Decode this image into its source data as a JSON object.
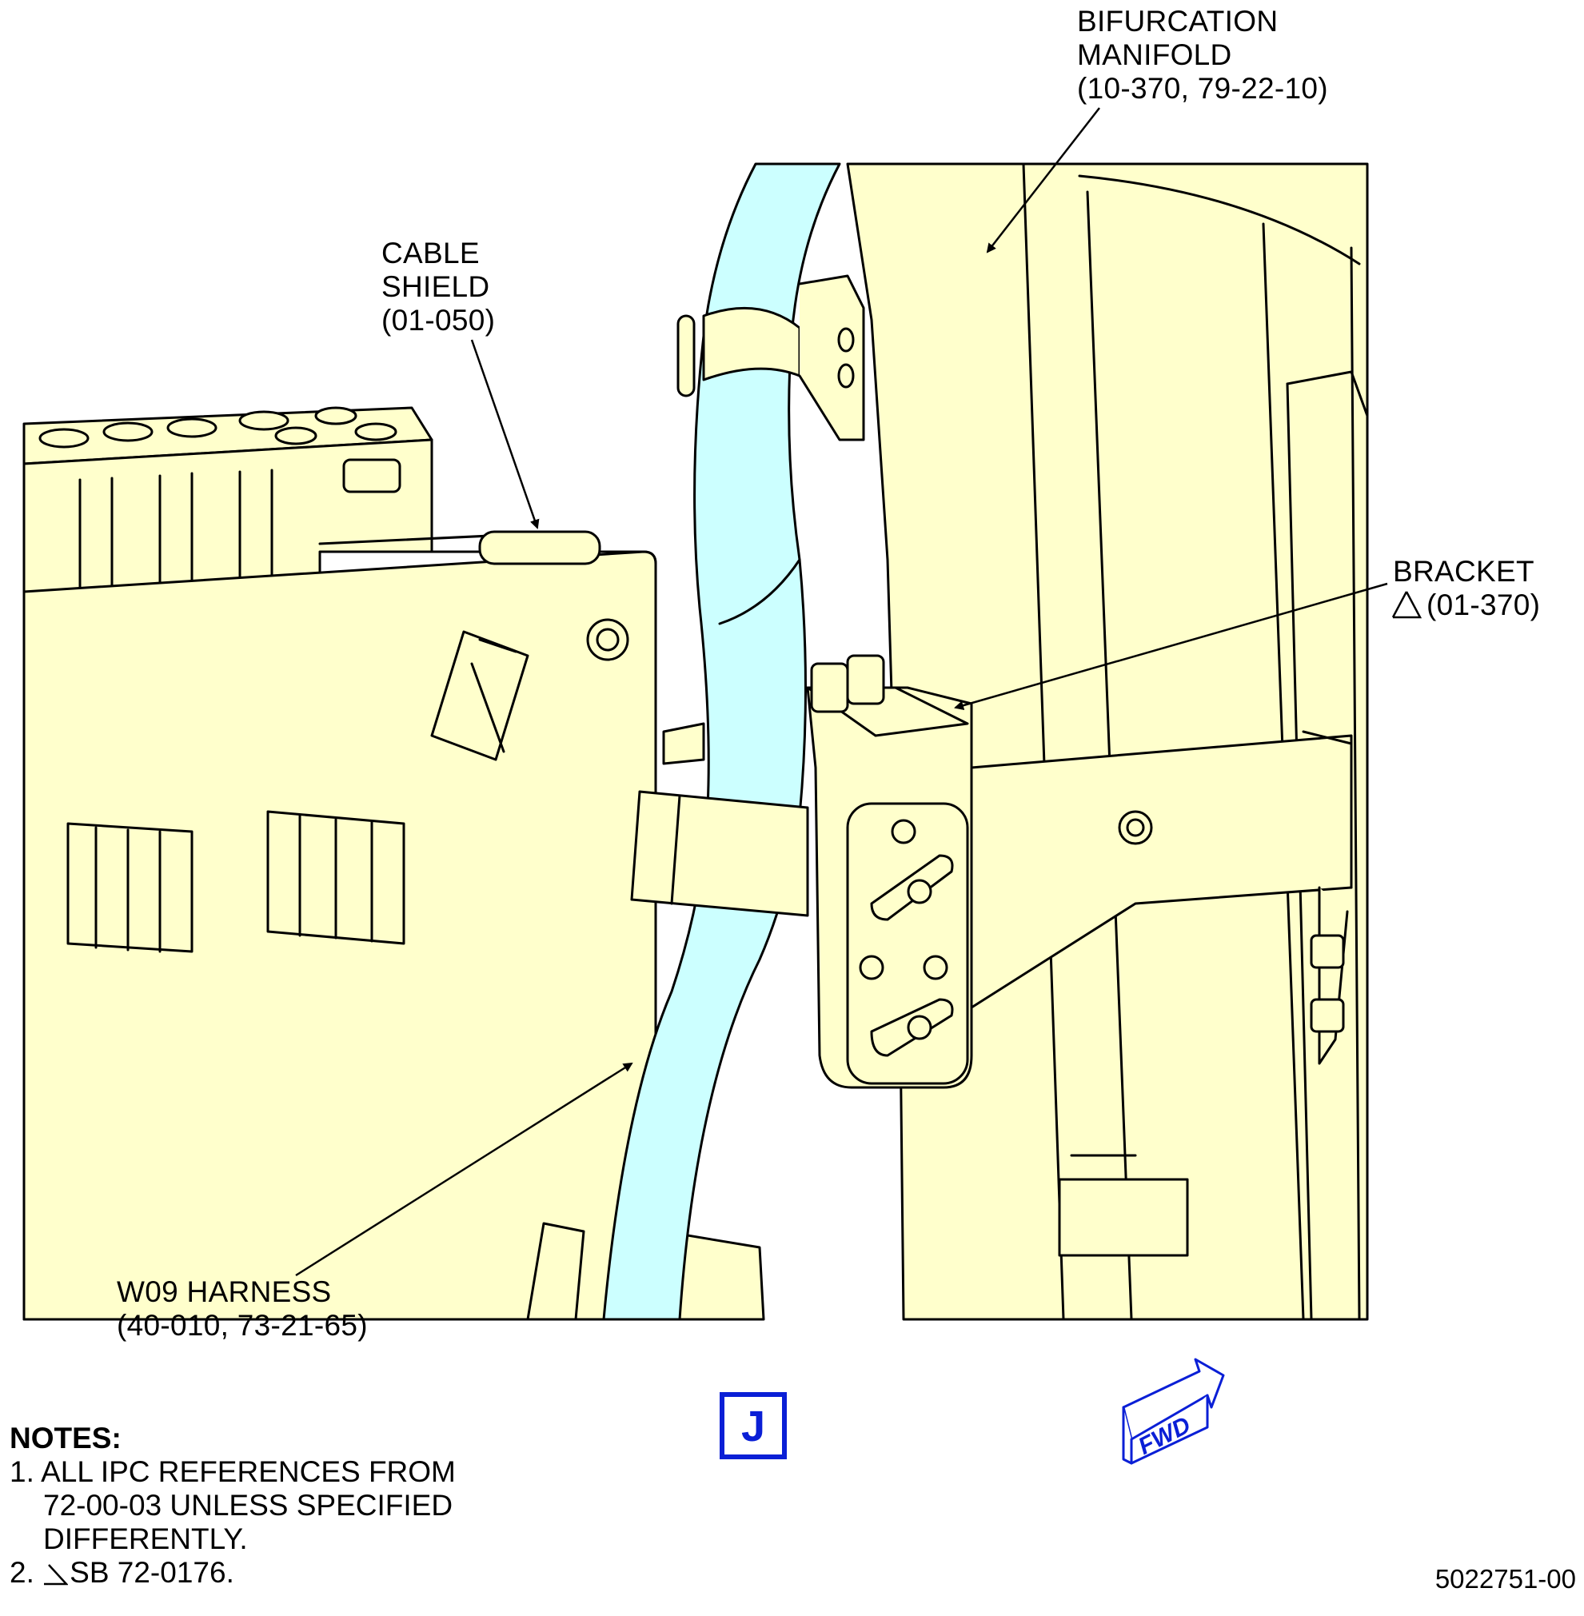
{
  "callouts": {
    "bifurcation_manifold": {
      "line1": "BIFURCATION",
      "line2": "MANIFOLD",
      "line3": "(10-370, 79-22-10)"
    },
    "cable_shield": {
      "line1": "CABLE",
      "line2": "SHIELD",
      "line3": "(01-050)"
    },
    "bracket": {
      "line1": "BRACKET",
      "line2": "(01-370)"
    },
    "w09_harness": {
      "line1": "W09 HARNESS",
      "line2": "(40-010, 73-21-65)"
    }
  },
  "view_label": "J",
  "fwd_label": "FWD",
  "notes": {
    "header": "NOTES:",
    "note1_line1": "1. ALL IPC REFERENCES FROM",
    "note1_line2": "72-00-03 UNLESS SPECIFIED",
    "note1_line3": "DIFFERENTLY.",
    "note2_prefix": "2.",
    "note2_text": "SB 72-0176."
  },
  "figure_id": "5022751-00",
  "colors": {
    "part_fill": "#ffffcc",
    "harness_fill": "#ccffff",
    "accent_blue": "#0a1fd6",
    "line": "#000000"
  }
}
